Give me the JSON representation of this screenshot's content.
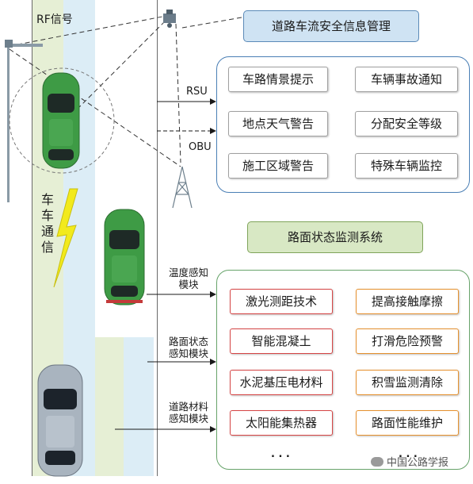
{
  "road": {
    "rf_signal": "RF信号",
    "v2v_chars": [
      "车",
      "车",
      "通",
      "信"
    ],
    "rsu": "RSU",
    "obu": "OBU"
  },
  "traffic": {
    "title": "道路车流安全信息管理",
    "items": [
      "车路情景提示",
      "车辆事故通知",
      "地点天气警告",
      "分配安全等级",
      "施工区域警告",
      "特殊车辆监控"
    ]
  },
  "surface": {
    "title": "路面状态监测系统",
    "left_items": [
      "激光测距技术",
      "智能混凝土",
      "水泥基压电材料",
      "太阳能集热器"
    ],
    "right_items": [
      "提高接触摩擦",
      "打滑危险预警",
      "积雪监测清除",
      "路面性能维护"
    ],
    "ellipsis": ". . .",
    "sensors": [
      {
        "line1": "温度感知",
        "line2": "模块"
      },
      {
        "line1": "路面状态",
        "line2": "感知模块"
      },
      {
        "line1": "道路材料",
        "line2": "感知模块"
      }
    ]
  },
  "watermark": "中国公路学报",
  "colors": {
    "lane_green": "#e6efd5",
    "lane_blue": "#dcedf6",
    "red_border": "#d64545",
    "orange_border": "#e6912e",
    "lightning": "#f2ea1c"
  }
}
